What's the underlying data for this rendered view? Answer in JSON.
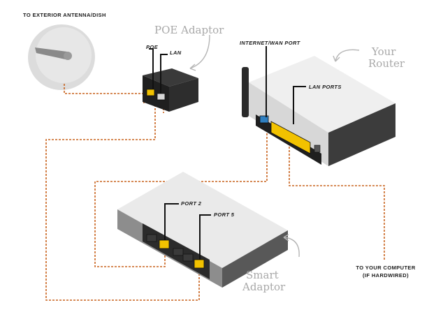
{
  "labels": {
    "antenna": "TO EXTERIOR ANTENNA/DISH",
    "poe_adaptor": "POE Adaptor",
    "poe": "POE",
    "lan": "LAN",
    "internet_wan_port": "INTERNET/WAN PORT",
    "your": "Your",
    "router": "Router",
    "lan_ports": "LAN PORTS",
    "port2": "PORT 2",
    "port5": "PORT 5",
    "smart": "Smart",
    "adaptor": "Adaptor",
    "computer_line1": "TO YOUR COMPUTER",
    "computer_line2": "(IF HARDWIRED)"
  },
  "colors": {
    "cable": "#c9631e",
    "port_highlight": "#f2c200",
    "wan_port": "#2f7fc0",
    "device_top": "#e9e9e9",
    "device_side": "#6f6f6f",
    "device_dark": "#2b2b2b",
    "dish": "#dcdcdc",
    "caption": "#a8a8a8"
  }
}
